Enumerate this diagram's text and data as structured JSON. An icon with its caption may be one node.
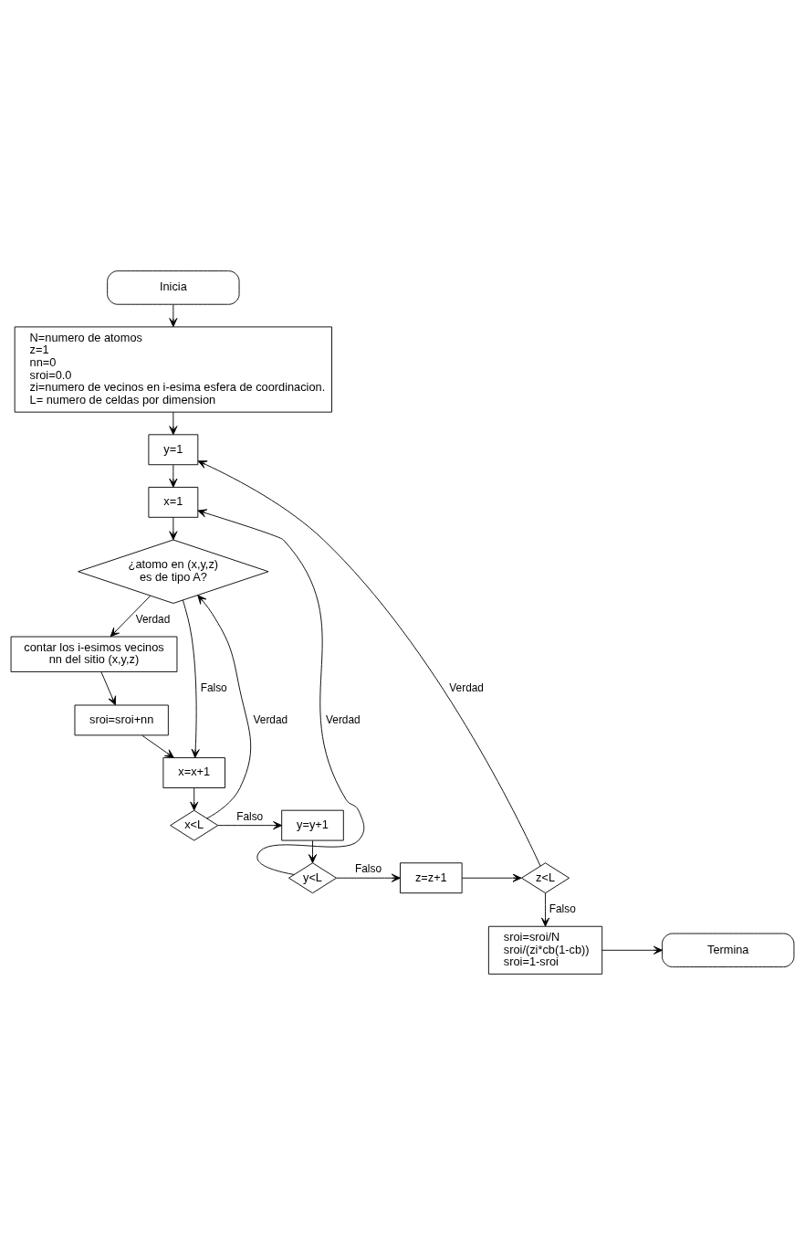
{
  "diagram": {
    "nodes": [
      {
        "text": [
          "Inicia"
        ]
      },
      {
        "text": [
          "N=numero de atomos",
          "z=1",
          "nn=0",
          "sroi=0.0",
          "zi=numero de vecinos en i-esima esfera de coordinacion.",
          "L= numero de celdas por dimension"
        ]
      },
      {
        "text": [
          "y=1"
        ]
      },
      {
        "text": [
          "x=1"
        ]
      },
      {
        "text": [
          "¿atomo en (x,y,z) es de tipo A?"
        ]
      },
      {
        "text": [
          "contar los i-esimos vecinos nn del sitio (x,y,z)"
        ]
      },
      {
        "text": [
          "sroi=sroi+nn"
        ]
      },
      {
        "text": [
          "x=x+1"
        ]
      },
      {
        "text": [
          "x<L"
        ]
      },
      {
        "text": [
          "y=y+1"
        ]
      },
      {
        "text": [
          "y<L"
        ]
      },
      {
        "text": [
          "z=z+1"
        ]
      },
      {
        "text": [
          "z<L"
        ]
      },
      {
        "text": [
          "sroi=sroi/N",
          "sroi/(zi*cb(1-cb))",
          "sroi=1-sroi"
        ]
      },
      {
        "text": [
          "Termina"
        ]
      }
    ],
    "edges": [
      {
        "from": 0,
        "to": 1,
        "arrow": "to"
      },
      {
        "from": 1,
        "to": 2,
        "arrow": "to"
      },
      {
        "from": 2,
        "to": 3,
        "arrow": "to"
      },
      {
        "from": 3,
        "to": 4,
        "arrow": "to"
      },
      {
        "from": 4,
        "to": 5,
        "arrow": "to",
        "label": "Verdad"
      },
      {
        "from": 4,
        "to": 7,
        "arrow": "to",
        "label": "Falso"
      },
      {
        "from": 5,
        "to": 6,
        "arrow": "to"
      },
      {
        "from": 6,
        "to": 7,
        "arrow": "to"
      },
      {
        "from": 7,
        "to": 8,
        "arrow": "to"
      },
      {
        "from": 8,
        "to": 4,
        "arrow": "to",
        "label": "Verdad"
      },
      {
        "from": 8,
        "to": 9,
        "arrow": "to",
        "label": "Falso"
      },
      {
        "from": 9,
        "to": 10,
        "arrow": "to"
      },
      {
        "from": 10,
        "to": 3,
        "arrow": "to",
        "label": "Verdad"
      },
      {
        "from": 10,
        "to": 11,
        "arrow": "to",
        "label": "Falso"
      },
      {
        "from": 11,
        "to": 12,
        "arrow": "to"
      },
      {
        "from": 12,
        "to": 2,
        "arrow": "to",
        "label": "Verdad"
      },
      {
        "from": 12,
        "to": 13,
        "arrow": "to",
        "label": "Falso"
      },
      {
        "from": 13,
        "to": 14,
        "arrow": "to"
      }
    ]
  }
}
